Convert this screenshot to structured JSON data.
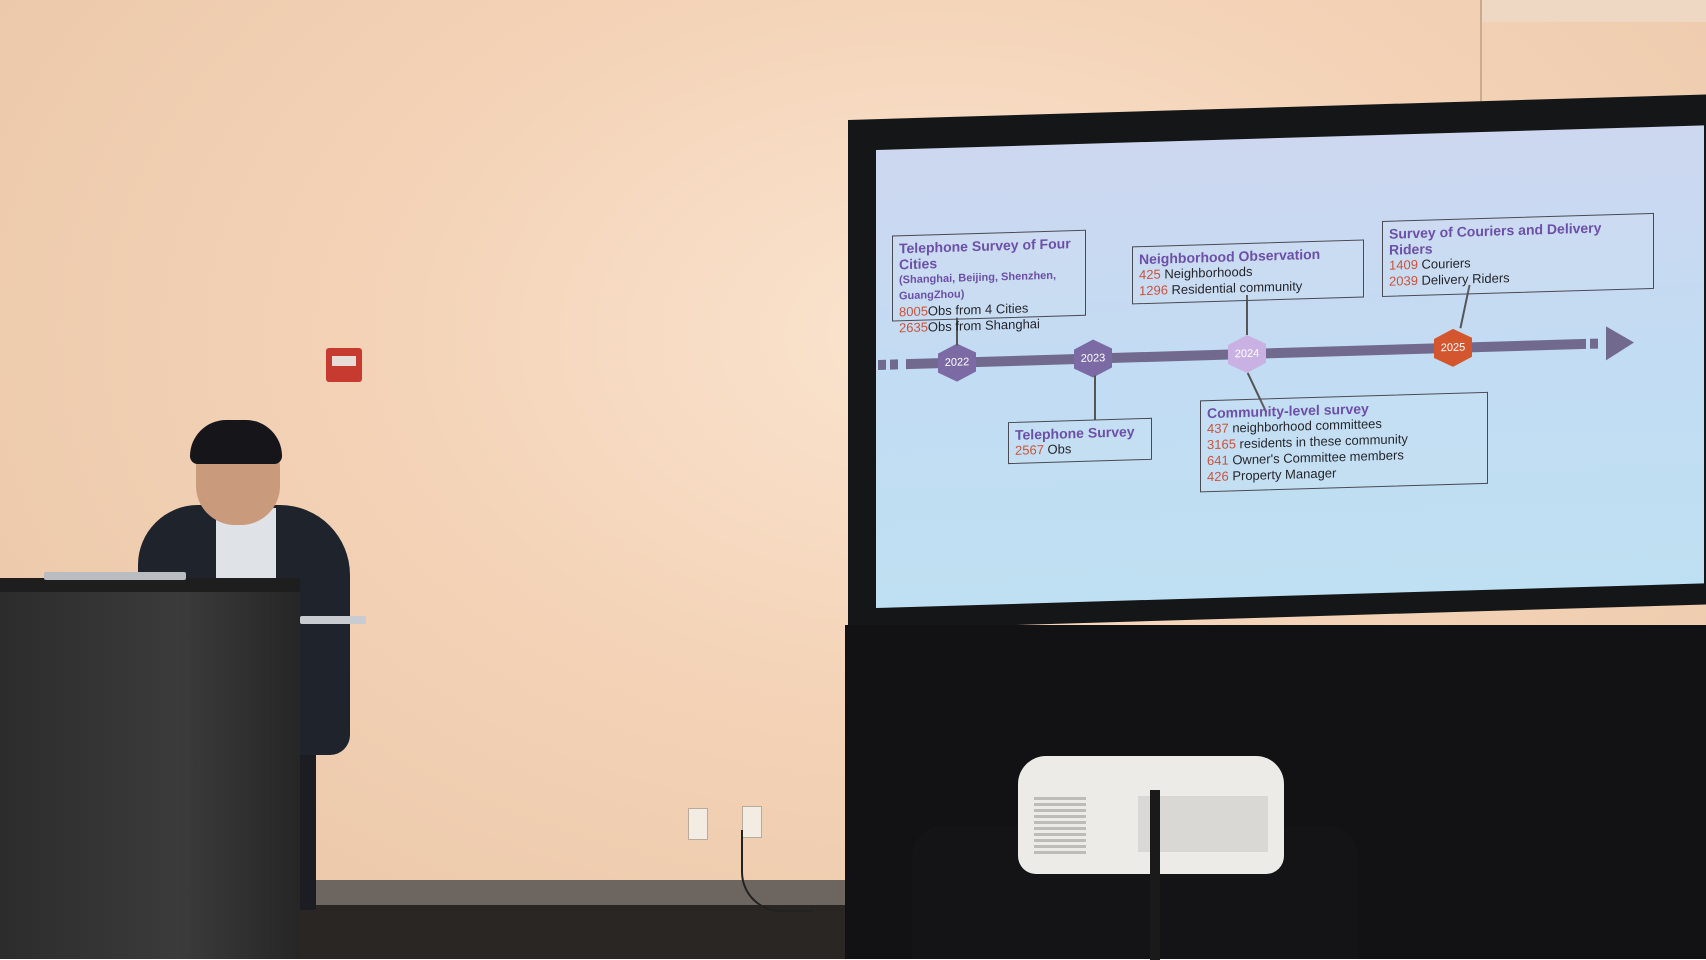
{
  "slide": {
    "timeline_years": [
      "2022",
      "2023",
      "2024",
      "2025"
    ],
    "year_colors": [
      "#7b6aa3",
      "#7b6aa3",
      "#c9b2e3",
      "#d4562f"
    ],
    "box_2022": {
      "title": "Telephone Survey of Four Cities",
      "sub": "(Shanghai, Beijing, Shenzhen, GuangZhou)",
      "line1_num": "8005",
      "line1_text": "Obs from 4 Cities",
      "line2_num": "2635",
      "line2_text": "Obs from Shanghai"
    },
    "box_2023": {
      "title": "Telephone Survey",
      "line1_num": "2567",
      "line1_text": " Obs"
    },
    "box_2024_top": {
      "title": "Neighborhood Observation",
      "line1_num": "425",
      "line1_text": " Neighborhoods",
      "line2_num": "1296",
      "line2_text": " Residential community"
    },
    "box_2024_bottom": {
      "title": "Community-level survey",
      "line1_num": "437",
      "line1_text": " neighborhood committees",
      "line2_num": "3165",
      "line2_text": " residents in these community",
      "line3_num": "641",
      "line3_text": " Owner's Committee members",
      "line4_num": "426",
      "line4_text": " Property Manager"
    },
    "box_2025": {
      "title": "Survey of Couriers and Delivery Riders",
      "line1_num": "1409",
      "line1_text": " Couriers",
      "line2_num": "2039",
      "line2_text": " Delivery Riders"
    }
  }
}
